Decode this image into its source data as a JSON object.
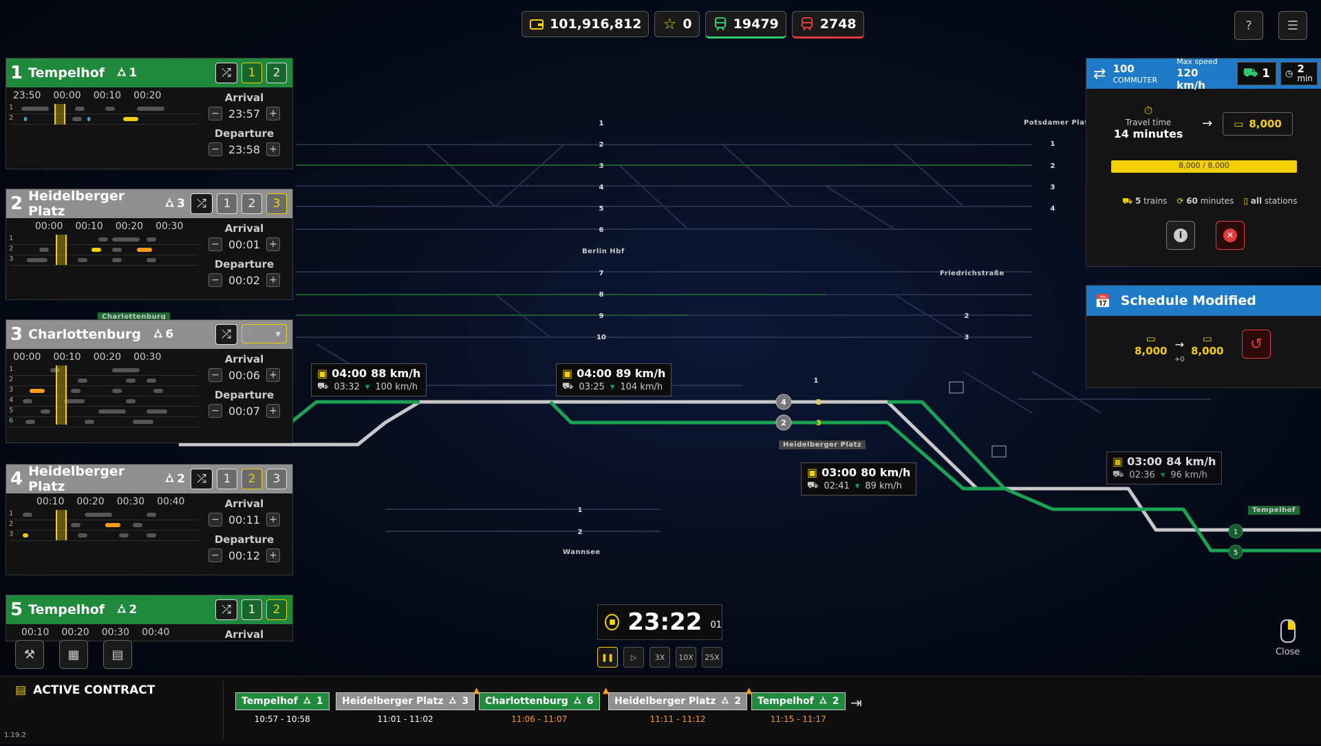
{
  "topbar": {
    "money": "101,916,812",
    "stars": "0",
    "trains_green": "19479",
    "trains_red": "2748"
  },
  "cards": [
    {
      "num": "1",
      "name": "Tempelhof",
      "platform": "1",
      "buttons": [
        "1",
        "2"
      ],
      "selected": "1",
      "times": [
        "23:50",
        "00:00",
        "00:10",
        "00:20"
      ],
      "arrival": "23:57",
      "departure": "23:58"
    },
    {
      "num": "2",
      "name": "Heidelberger Platz",
      "platform": "3",
      "buttons": [
        "1",
        "2",
        "3"
      ],
      "selected": "3",
      "times": [
        "00:00",
        "00:10",
        "00:20",
        "00:30"
      ],
      "arrival": "00:01",
      "departure": "00:02"
    },
    {
      "num": "3",
      "name": "Charlottenburg",
      "platform": "6",
      "dropdown": "6",
      "times": [
        "00:00",
        "00:10",
        "00:20",
        "00:30"
      ],
      "arrival": "00:06",
      "departure": "00:07"
    },
    {
      "num": "4",
      "name": "Heidelberger Platz",
      "platform": "2",
      "buttons": [
        "1",
        "2",
        "3"
      ],
      "selected": "2",
      "times": [
        "00:10",
        "00:20",
        "00:30",
        "00:40"
      ],
      "arrival": "00:11",
      "departure": "00:12"
    },
    {
      "num": "5",
      "name": "Tempelhof",
      "platform": "2",
      "buttons": [
        "1",
        "2"
      ],
      "selected": "2",
      "times": [
        "00:10",
        "00:20",
        "00:30",
        "00:40"
      ]
    }
  ],
  "labels": {
    "arrival": "Arrival",
    "departure": "Departure"
  },
  "train_panel": {
    "capacity": "100",
    "type": "COMMUTER",
    "max_speed_label": "Max speed",
    "max_speed": "120 km/h",
    "count": "1",
    "interval_num": "2",
    "interval_unit": "min",
    "travel_time_label": "Travel time",
    "travel_time": "14 minutes",
    "reward": "8,000",
    "progress_text": "8,000 / 8,000",
    "progress": 1.0,
    "trains": "5",
    "trains_label": "trains",
    "minutes": "60",
    "minutes_label": "minutes",
    "stations": "all",
    "stations_label": "stations"
  },
  "schedule_panel": {
    "title": "Schedule Modified",
    "from": "8,000",
    "delta": "+0",
    "to": "8,000"
  },
  "tooltips": [
    {
      "time": "04:00",
      "speed": "88 km/h",
      "sub_time": "03:32",
      "sub_speed": "100 km/h"
    },
    {
      "time": "04:00",
      "speed": "89 km/h",
      "sub_time": "03:25",
      "sub_speed": "104 km/h"
    },
    {
      "time": "03:00",
      "speed": "80 km/h",
      "sub_time": "02:41",
      "sub_speed": "89 km/h"
    },
    {
      "time": "03:00",
      "speed": "84 km/h",
      "sub_time": "02:36",
      "sub_speed": "96 km/h"
    }
  ],
  "map_labels": {
    "berlin_hbf": "Berlin Hbf",
    "potsdamer": "Potsdamer Platz",
    "friedrichstrasse": "Friedrichstraße",
    "heidelberger": "Heidelberger Platz",
    "wannsee": "Wannsee",
    "tempelhof": "Tempelhof",
    "charlottenburg": "Charlottenburg"
  },
  "clock": {
    "time": "23:22",
    "seconds": "01"
  },
  "speeds": [
    "3X",
    "10X",
    "25X"
  ],
  "close_label": "Close",
  "contract": {
    "title": "ACTIVE CONTRACT",
    "stops": [
      {
        "name": "Tempelhof",
        "platform": "1",
        "time": "10:57 - 10:58",
        "warn": false
      },
      {
        "name": "Heidelberger Platz",
        "platform": "3",
        "time": "11:01 - 11:02",
        "warn": false
      },
      {
        "name": "Charlottenburg",
        "platform": "6",
        "time": "11:06 - 11:07",
        "warn": true
      },
      {
        "name": "Heidelberger Platz",
        "platform": "2",
        "time": "11:11 - 11:12",
        "warn": true
      },
      {
        "name": "Tempelhof",
        "platform": "2",
        "time": "11:15 - 11:17",
        "warn": true
      }
    ]
  },
  "version": "1.19.2",
  "colors": {
    "accent": "#f5d000",
    "green": "#1f8a3c",
    "blue": "#1e79c6",
    "red": "#e23b3b",
    "orange": "#ff9a1a"
  }
}
